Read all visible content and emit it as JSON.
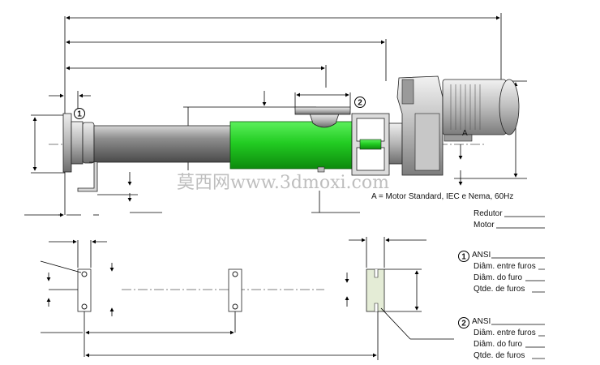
{
  "callouts": {
    "one": "1",
    "two": "2",
    "a_marker": "A"
  },
  "motor_note": "A = Motor Standard, IEC e Nema, 60Hz",
  "watermark": "莫西网www.3dmoxi.com",
  "spec_labels": {
    "reducer": "Redutor",
    "motor": "Motor",
    "flange1": {
      "standard": "ANSI",
      "bolt_circle": "Diâm. entre furos",
      "hole_dia": "Diâm. do furo",
      "hole_qty": "Qtde. de furos"
    },
    "flange2": {
      "standard": "ANSI",
      "bolt_circle": "Diâm. entre furos",
      "hole_dia": "Diâm. do furo",
      "hole_qty": "Qtde. de furos"
    }
  },
  "colors": {
    "body_green": "#27d427",
    "tube_gray": "#9a9a9a",
    "motor_gray": "#bdbdbd",
    "foot_fill": "#e4ecd6"
  }
}
